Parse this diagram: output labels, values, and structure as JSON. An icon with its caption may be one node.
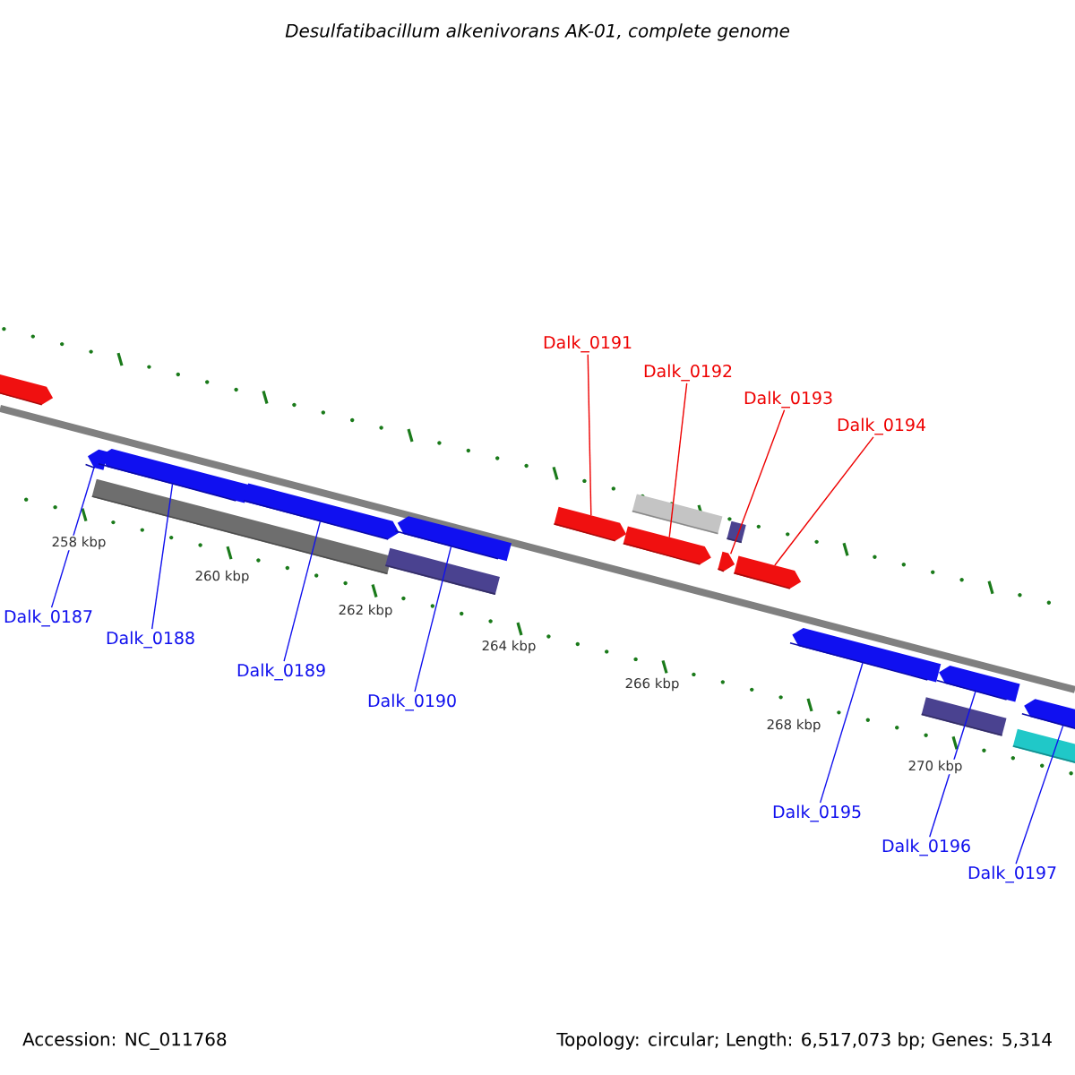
{
  "diagram": {
    "title": "Desulfatibacillum alkenivorans AK-01, complete genome",
    "nodes": [
      {
        "text": [
          "Dalk_0187"
        ]
      },
      {
        "text": [
          "Dalk_0188"
        ]
      },
      {
        "text": [
          "Dalk_0189"
        ]
      },
      {
        "text": [
          "Dalk_0190"
        ]
      },
      {
        "text": [
          "Dalk_0191"
        ]
      },
      {
        "text": [
          "Dalk_0192"
        ]
      },
      {
        "text": [
          "Dalk_0193"
        ]
      },
      {
        "text": [
          "Dalk_0194"
        ]
      },
      {
        "text": [
          "Dalk_0195"
        ]
      },
      {
        "text": [
          "Dalk_0196"
        ]
      },
      {
        "text": [
          "Dalk_0197"
        ]
      },
      {
        "text": [],
        "shape": "arrow"
      },
      {
        "text": [],
        "shape": "arrow"
      },
      {
        "text": [],
        "shape": "bar"
      },
      {
        "text": [],
        "shape": "arrow"
      },
      {
        "text": [],
        "shape": "arrow"
      },
      {
        "text": [],
        "shape": "arrow"
      },
      {
        "text": [],
        "shape": "bar"
      },
      {
        "text": [],
        "shape": "arrow"
      },
      {
        "text": [],
        "shape": "arrow"
      },
      {
        "text": [],
        "shape": "bar"
      },
      {
        "text": [],
        "shape": "arrow"
      },
      {
        "text": [],
        "shape": "bar"
      },
      {
        "text": [],
        "shape": "arrow"
      },
      {
        "text": [],
        "shape": "arrow"
      },
      {
        "text": [],
        "shape": "bar"
      },
      {
        "text": [],
        "shape": "arrow"
      },
      {
        "text": [],
        "shape": "bar"
      },
      {
        "text": [],
        "shape": "arrow"
      }
    ],
    "edges": [
      {
        "from": 0,
        "to": 12,
        "arrow": "none"
      },
      {
        "from": 1,
        "to": 14,
        "arrow": "none"
      },
      {
        "from": 2,
        "to": 15,
        "arrow": "none"
      },
      {
        "from": 3,
        "to": 16,
        "arrow": "none"
      },
      {
        "from": 4,
        "to": 18,
        "arrow": "none",
        "color": "#ee0000"
      },
      {
        "from": 5,
        "to": 19,
        "arrow": "none",
        "color": "#ee0000"
      },
      {
        "from": 6,
        "to": 21,
        "arrow": "none",
        "color": "#ee0000"
      },
      {
        "from": 7,
        "to": 23,
        "arrow": "none",
        "color": "#ee0000"
      },
      {
        "from": 8,
        "to": 24,
        "arrow": "none"
      },
      {
        "from": 9,
        "to": 26,
        "arrow": "none"
      },
      {
        "from": 10,
        "to": 28,
        "arrow": "none"
      }
    ],
    "labels": [
      "258 kbp",
      "260 kbp",
      "262 kbp",
      "264 kbp",
      "266 kbp",
      "268 kbp",
      "270 kbp",
      "Accession: NC_011768",
      "Topology: circular; Length: 6,517,073 bp; Genes: 5,314"
    ]
  }
}
